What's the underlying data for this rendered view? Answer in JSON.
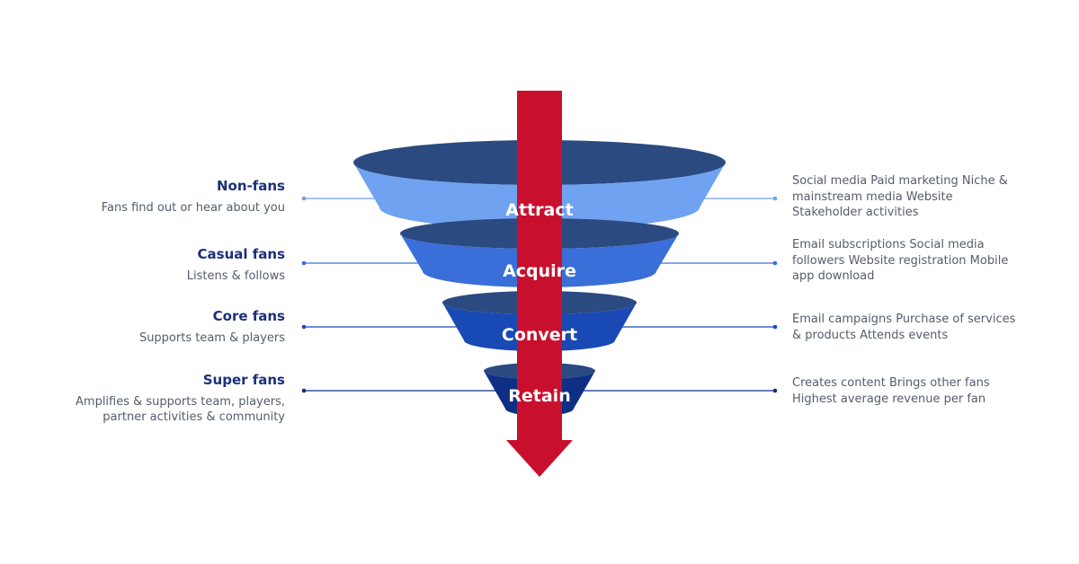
{
  "colors": {
    "arrow": "#c8102e",
    "rim": "#2b4a80",
    "attract": "#6fa2f0",
    "acquire": "#3a6fd9",
    "convert": "#1949b5",
    "retain": "#0f2f85",
    "title_text": "#1b2f7a",
    "desc_text": "#555c6b"
  },
  "stages": [
    {
      "label": "Attract",
      "segment": "Non-fans",
      "segment_desc": "Fans find out or hear about you",
      "channels": "Social media Paid marketing Niche & mainstream media Website Stakeholder activities"
    },
    {
      "label": "Acquire",
      "segment": "Casual fans",
      "segment_desc": "Listens & follows",
      "channels": "Email subscriptions Social media followers Website registration Mobile app download"
    },
    {
      "label": "Convert",
      "segment": "Core fans",
      "segment_desc": "Supports team & players",
      "channels": "Email campaigns Purchase of services & products Attends events"
    },
    {
      "label": "Retain",
      "segment": "Super fans",
      "segment_desc": "Amplifies & supports team, players, partner activities & community",
      "channels": "Creates content Brings other fans Highest average revenue per fan"
    }
  ]
}
